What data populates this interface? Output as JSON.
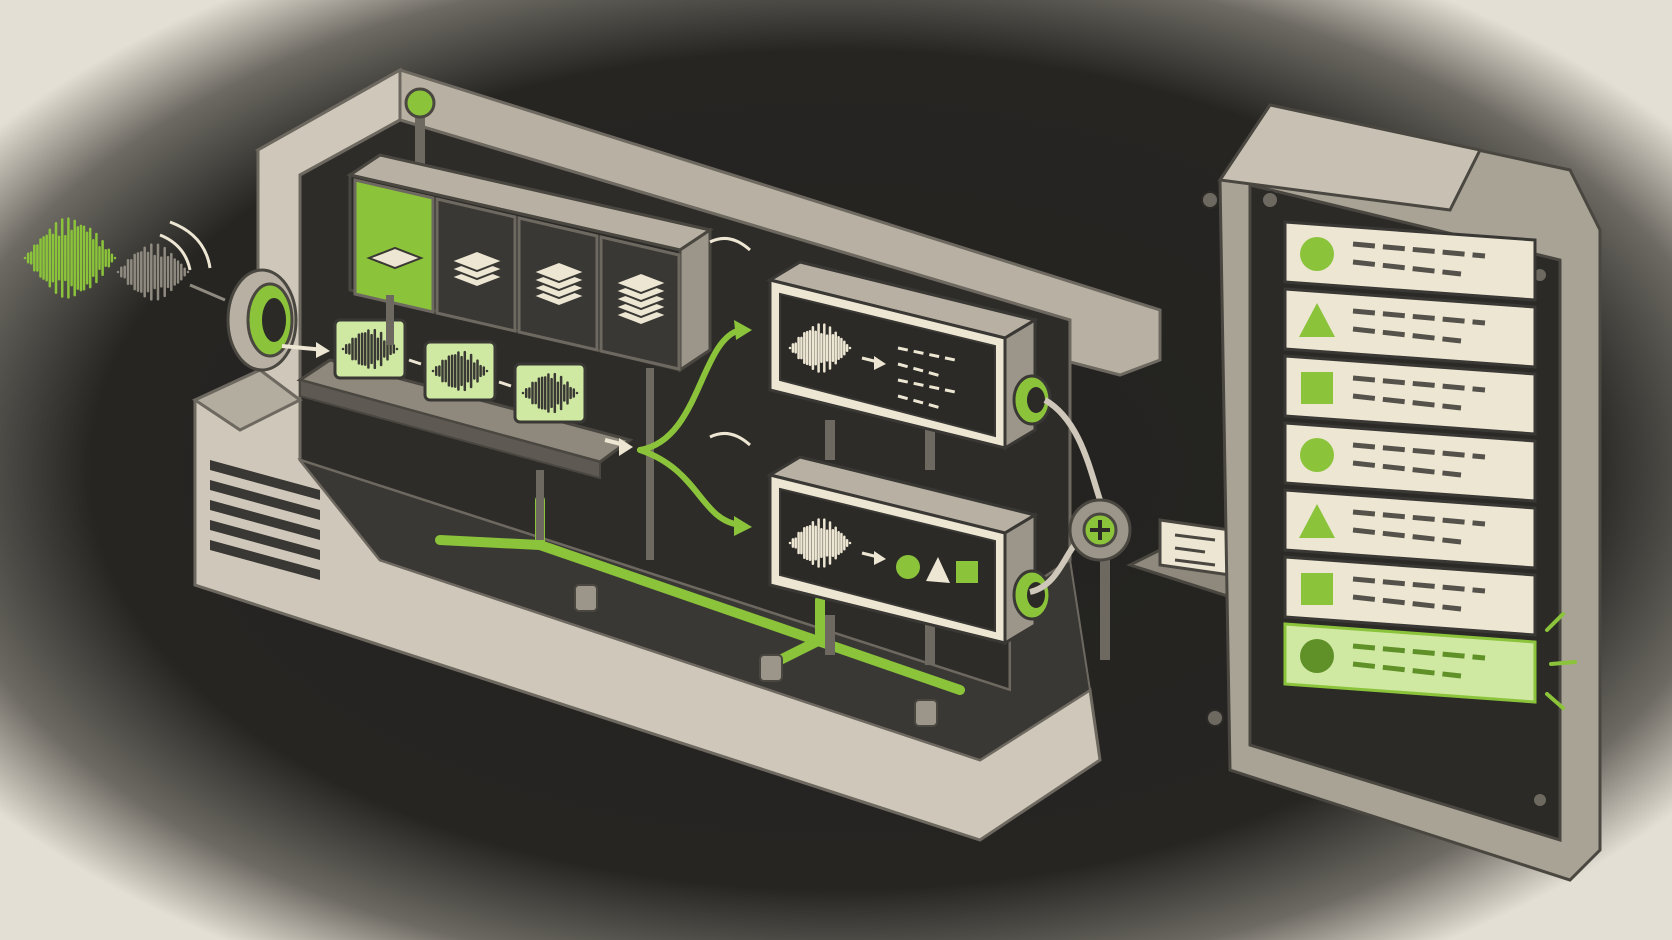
{
  "palette": {
    "background_dark": "#232220",
    "background_edge": "#e4dfd4",
    "stone": "#cfc8ba",
    "stone_shadow": "#9c968a",
    "stone_dark": "#77726a",
    "panel": "#2b2a27",
    "accent_green": "#8bc43a",
    "accent_green_light": "#cfe8a2",
    "accent_green_dark": "#5f9128",
    "cream": "#ede6d3",
    "ink": "#3a3834"
  },
  "icons": {
    "input": "sound-wave-icon",
    "selector": "layer-stack-icon",
    "chunk": "waveform-chunk-icon",
    "transcription": "waveform-to-text-icon",
    "classification": "waveform-to-shapes-icon",
    "merge": "plus-junction-icon",
    "output": "result-list-icon"
  },
  "diagram": {
    "model_size_selector": {
      "options": [
        {
          "layers": 1,
          "selected": true
        },
        {
          "layers": 3,
          "selected": false
        },
        {
          "layers": 4,
          "selected": false
        },
        {
          "layers": 5,
          "selected": false
        }
      ]
    },
    "chunk_conveyor": {
      "chunk_count": 3
    },
    "processors": [
      {
        "name": "waveform-to-text",
        "output_icon": "text-lines-icon"
      },
      {
        "name": "waveform-to-shapes",
        "output_icon": "shapes-icon"
      }
    ],
    "output_panel": {
      "rows": [
        {
          "shape": "circle",
          "highlighted": false
        },
        {
          "shape": "triangle",
          "highlighted": false
        },
        {
          "shape": "square",
          "highlighted": false
        },
        {
          "shape": "circle",
          "highlighted": false
        },
        {
          "shape": "triangle",
          "highlighted": false
        },
        {
          "shape": "square",
          "highlighted": false
        },
        {
          "shape": "circle",
          "highlighted": true
        }
      ]
    }
  }
}
